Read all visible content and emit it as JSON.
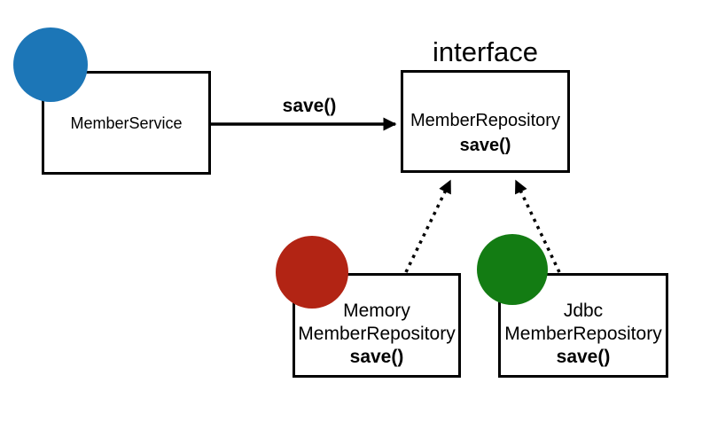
{
  "colors": {
    "member_service_badge": "#1C76B7",
    "memory_badge": "#B22414",
    "jdbc_badge": "#137C13",
    "line": "#000000"
  },
  "nodes": {
    "member_service": {
      "name": "MemberService"
    },
    "member_repository": {
      "stereotype": "interface",
      "name": "MemberRepository",
      "method": "save()"
    },
    "memory_member_repository": {
      "name_line1": "Memory",
      "name_line2": "MemberRepository",
      "method": "save()"
    },
    "jdbc_member_repository": {
      "name_line1": "Jdbc",
      "name_line2": "MemberRepository",
      "method": "save()"
    }
  },
  "edges": {
    "dependency": {
      "label": "save()"
    }
  }
}
